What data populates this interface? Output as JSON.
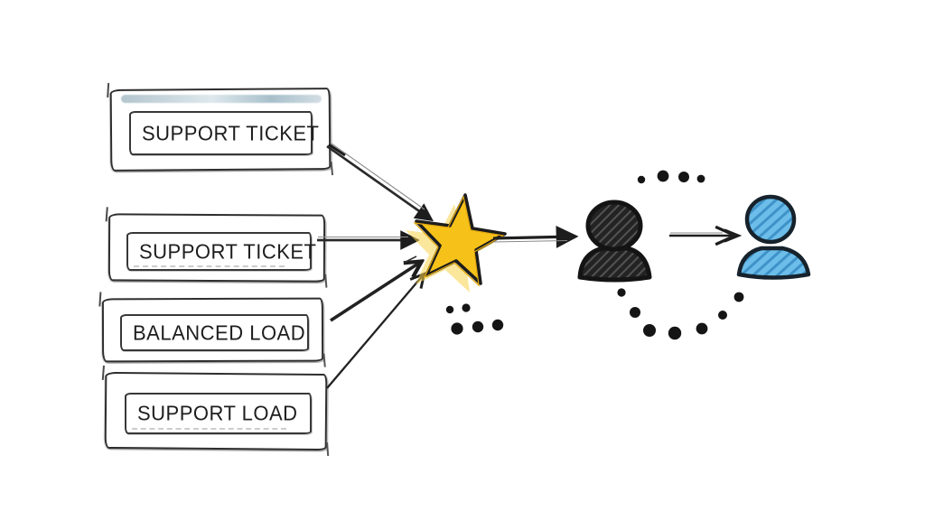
{
  "diagram": {
    "title_hint": "hand-drawn load balancing sketch",
    "boxes": [
      {
        "label": "SUPPORT TICKET"
      },
      {
        "label": "SUPPORT TICKET"
      },
      {
        "label": "BALANCED LOAD"
      },
      {
        "label": "SUPPORT LOAD"
      }
    ],
    "icons": [
      {
        "name": "star-icon",
        "color": "#F6C21A"
      },
      {
        "name": "person-dark-icon",
        "color": "#232323"
      },
      {
        "name": "person-blue-icon",
        "color": "#66BBE8"
      }
    ],
    "colors": {
      "ink": "#1D1D1D",
      "star_yellow": "#F6C21A",
      "star_glow": "#F8D34A",
      "person_blue": "#66BBE8",
      "person_blue_shade": "#3F93C9",
      "person_dark": "#232323",
      "box_tint_blue": "#8FB0BD",
      "background": "#FFFFFF"
    }
  }
}
